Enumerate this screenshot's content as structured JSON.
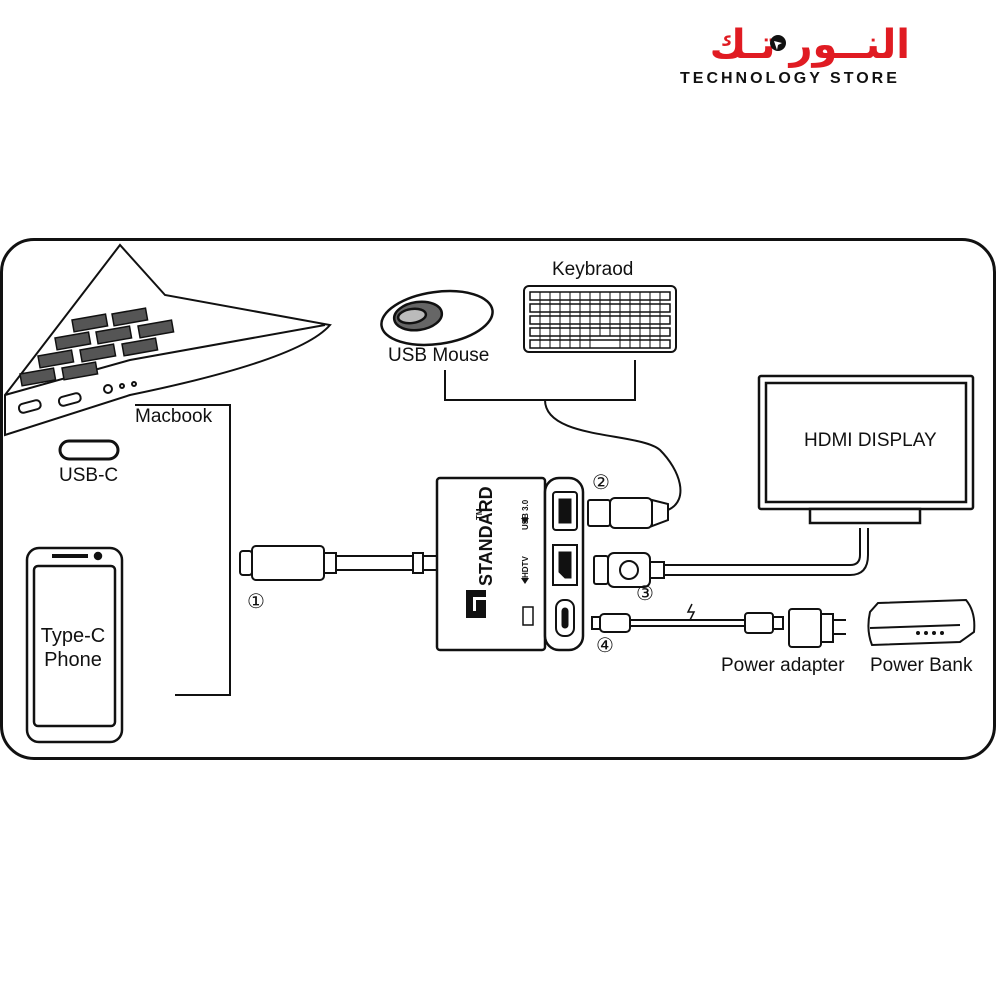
{
  "brand": {
    "arabic": "النــور تـك",
    "english": "TECHNOLOGY STORE",
    "accent": "#e01b22"
  },
  "devices": {
    "keyboard": "Keybraod",
    "mouse": "USB Mouse",
    "macbook": "Macbook",
    "usbc": "USB-C",
    "phone": "Type-C\nPhone",
    "display": "HDMI DISPLAY",
    "power_adapter": "Power adapter",
    "power_bank": "Power Bank"
  },
  "hub": {
    "brand": "STANDARD",
    "tm": "TM",
    "port_usb": "USB 3.0",
    "port_hdtv": "HDTV"
  },
  "steps": [
    "①",
    "②",
    "③",
    "④"
  ]
}
